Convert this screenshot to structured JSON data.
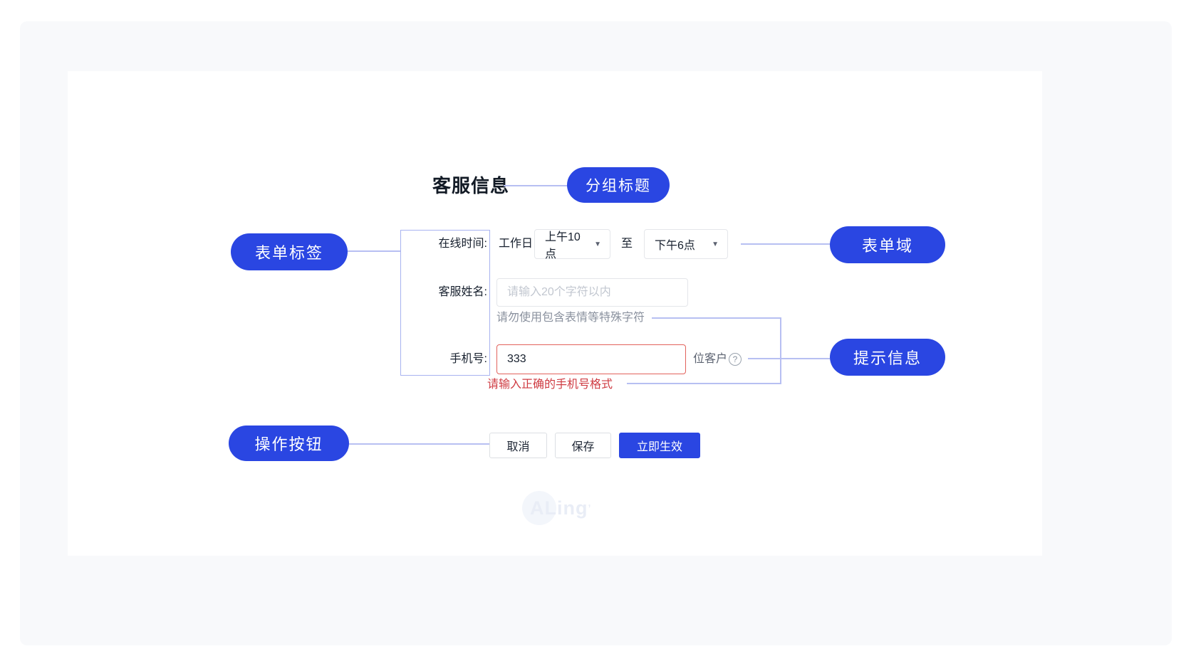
{
  "colors": {
    "accent_blue": "#2a46e2",
    "connector_line": "#b7bff2",
    "label_box_border": "#a8b3f0",
    "error_text": "#cf3b42",
    "error_border": "#e2625c"
  },
  "icons": {
    "dropdown_arrow": "▼",
    "help": "?"
  },
  "annotations": {
    "group_title": "分组标题",
    "form_label": "表单标签",
    "form_field": "表单域",
    "hint_info": "提示信息",
    "action_buttons": "操作按钮"
  },
  "form": {
    "group_title": "客服信息",
    "online_time": {
      "label": "在线时间:",
      "prefix": "工作日",
      "start_value": "上午10点",
      "joiner": "至",
      "end_value": "下午6点"
    },
    "service_name": {
      "label": "客服姓名:",
      "placeholder": "请输入20个字符以内",
      "hint": "请勿使用包含表情等特殊字符"
    },
    "phone": {
      "label": "手机号:",
      "value": "333",
      "suffix": "位客户",
      "error": "请输入正确的手机号格式"
    },
    "buttons": {
      "cancel": "取消",
      "save": "保存",
      "apply": "立即生效"
    }
  },
  "watermark": {
    "text": "ALing",
    "mark": "ʼ"
  }
}
